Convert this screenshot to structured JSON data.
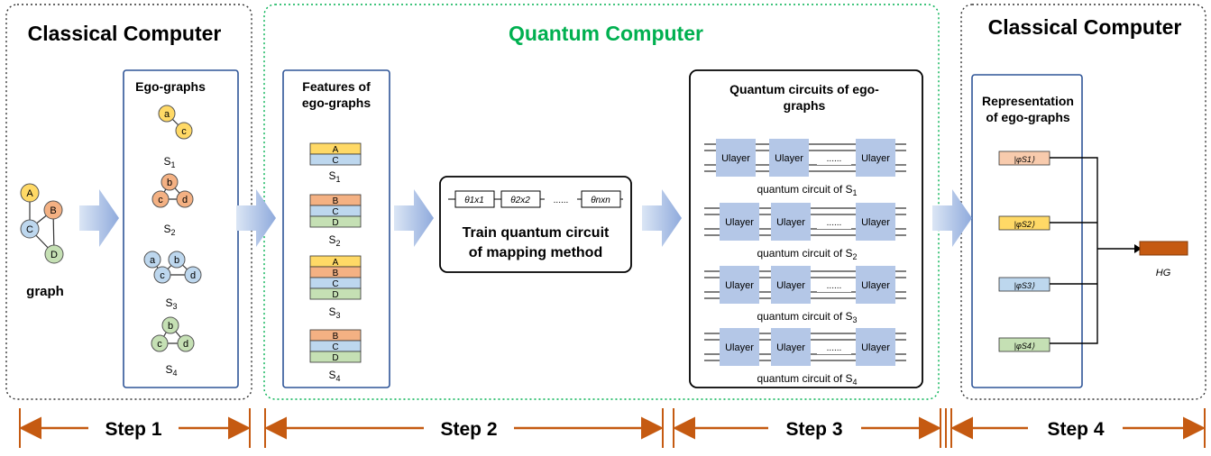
{
  "panels": {
    "left_title": "Classical Computer",
    "middle_title": "Quantum Computer",
    "right_title": "Classical Computer"
  },
  "graph": {
    "nodes": [
      "A",
      "B",
      "C",
      "D"
    ],
    "label": "graph"
  },
  "ego_graphs": {
    "title": "Ego-graphs",
    "s1_nodes": [
      "a",
      "c"
    ],
    "s2_nodes": [
      "b",
      "c",
      "d"
    ],
    "s3_nodes": [
      "a",
      "b",
      "c",
      "d"
    ],
    "s4_nodes": [
      "b",
      "c",
      "d"
    ],
    "label_s": "S",
    "subs": [
      "1",
      "2",
      "3",
      "4"
    ]
  },
  "features": {
    "title_line1": "Features of",
    "title_line2": "ego-graphs",
    "s1": [
      "A",
      "C"
    ],
    "s2": [
      "B",
      "C",
      "D"
    ],
    "s3": [
      "A",
      "B",
      "C",
      "D"
    ],
    "s4": [
      "B",
      "C",
      "D"
    ]
  },
  "mapping": {
    "gates": [
      "θ1x1",
      "θ2x2",
      "θnxn"
    ],
    "dots": "......",
    "title_line1": "Train quantum circuit",
    "title_line2": "of mapping method"
  },
  "circuits": {
    "title_line1": "Quantum circuits of ego-",
    "title_line2": "graphs",
    "ulayer": "Ulayer",
    "dots": "......",
    "caption": "quantum circuit of",
    "caption_s": "S"
  },
  "representation": {
    "title_line1": "Representation",
    "title_line2": "of ego-graphs",
    "states": [
      "|φS1⟩",
      "|φS2⟩",
      "|φS3⟩",
      "|φS4⟩"
    ],
    "output": "HG"
  },
  "steps": [
    "Step 1",
    "Step 2",
    "Step 3",
    "Step 4"
  ],
  "colors": {
    "yellow": "#FFD966",
    "orange": "#F4B183",
    "blue": "#BDD7EE",
    "green": "#C5E0B4",
    "ulayer": "#B4C7E7",
    "accent_green": "#00B050",
    "step_line": "#C55A11",
    "panel_border": "#2F5597",
    "output_bar": "#C55A11"
  }
}
